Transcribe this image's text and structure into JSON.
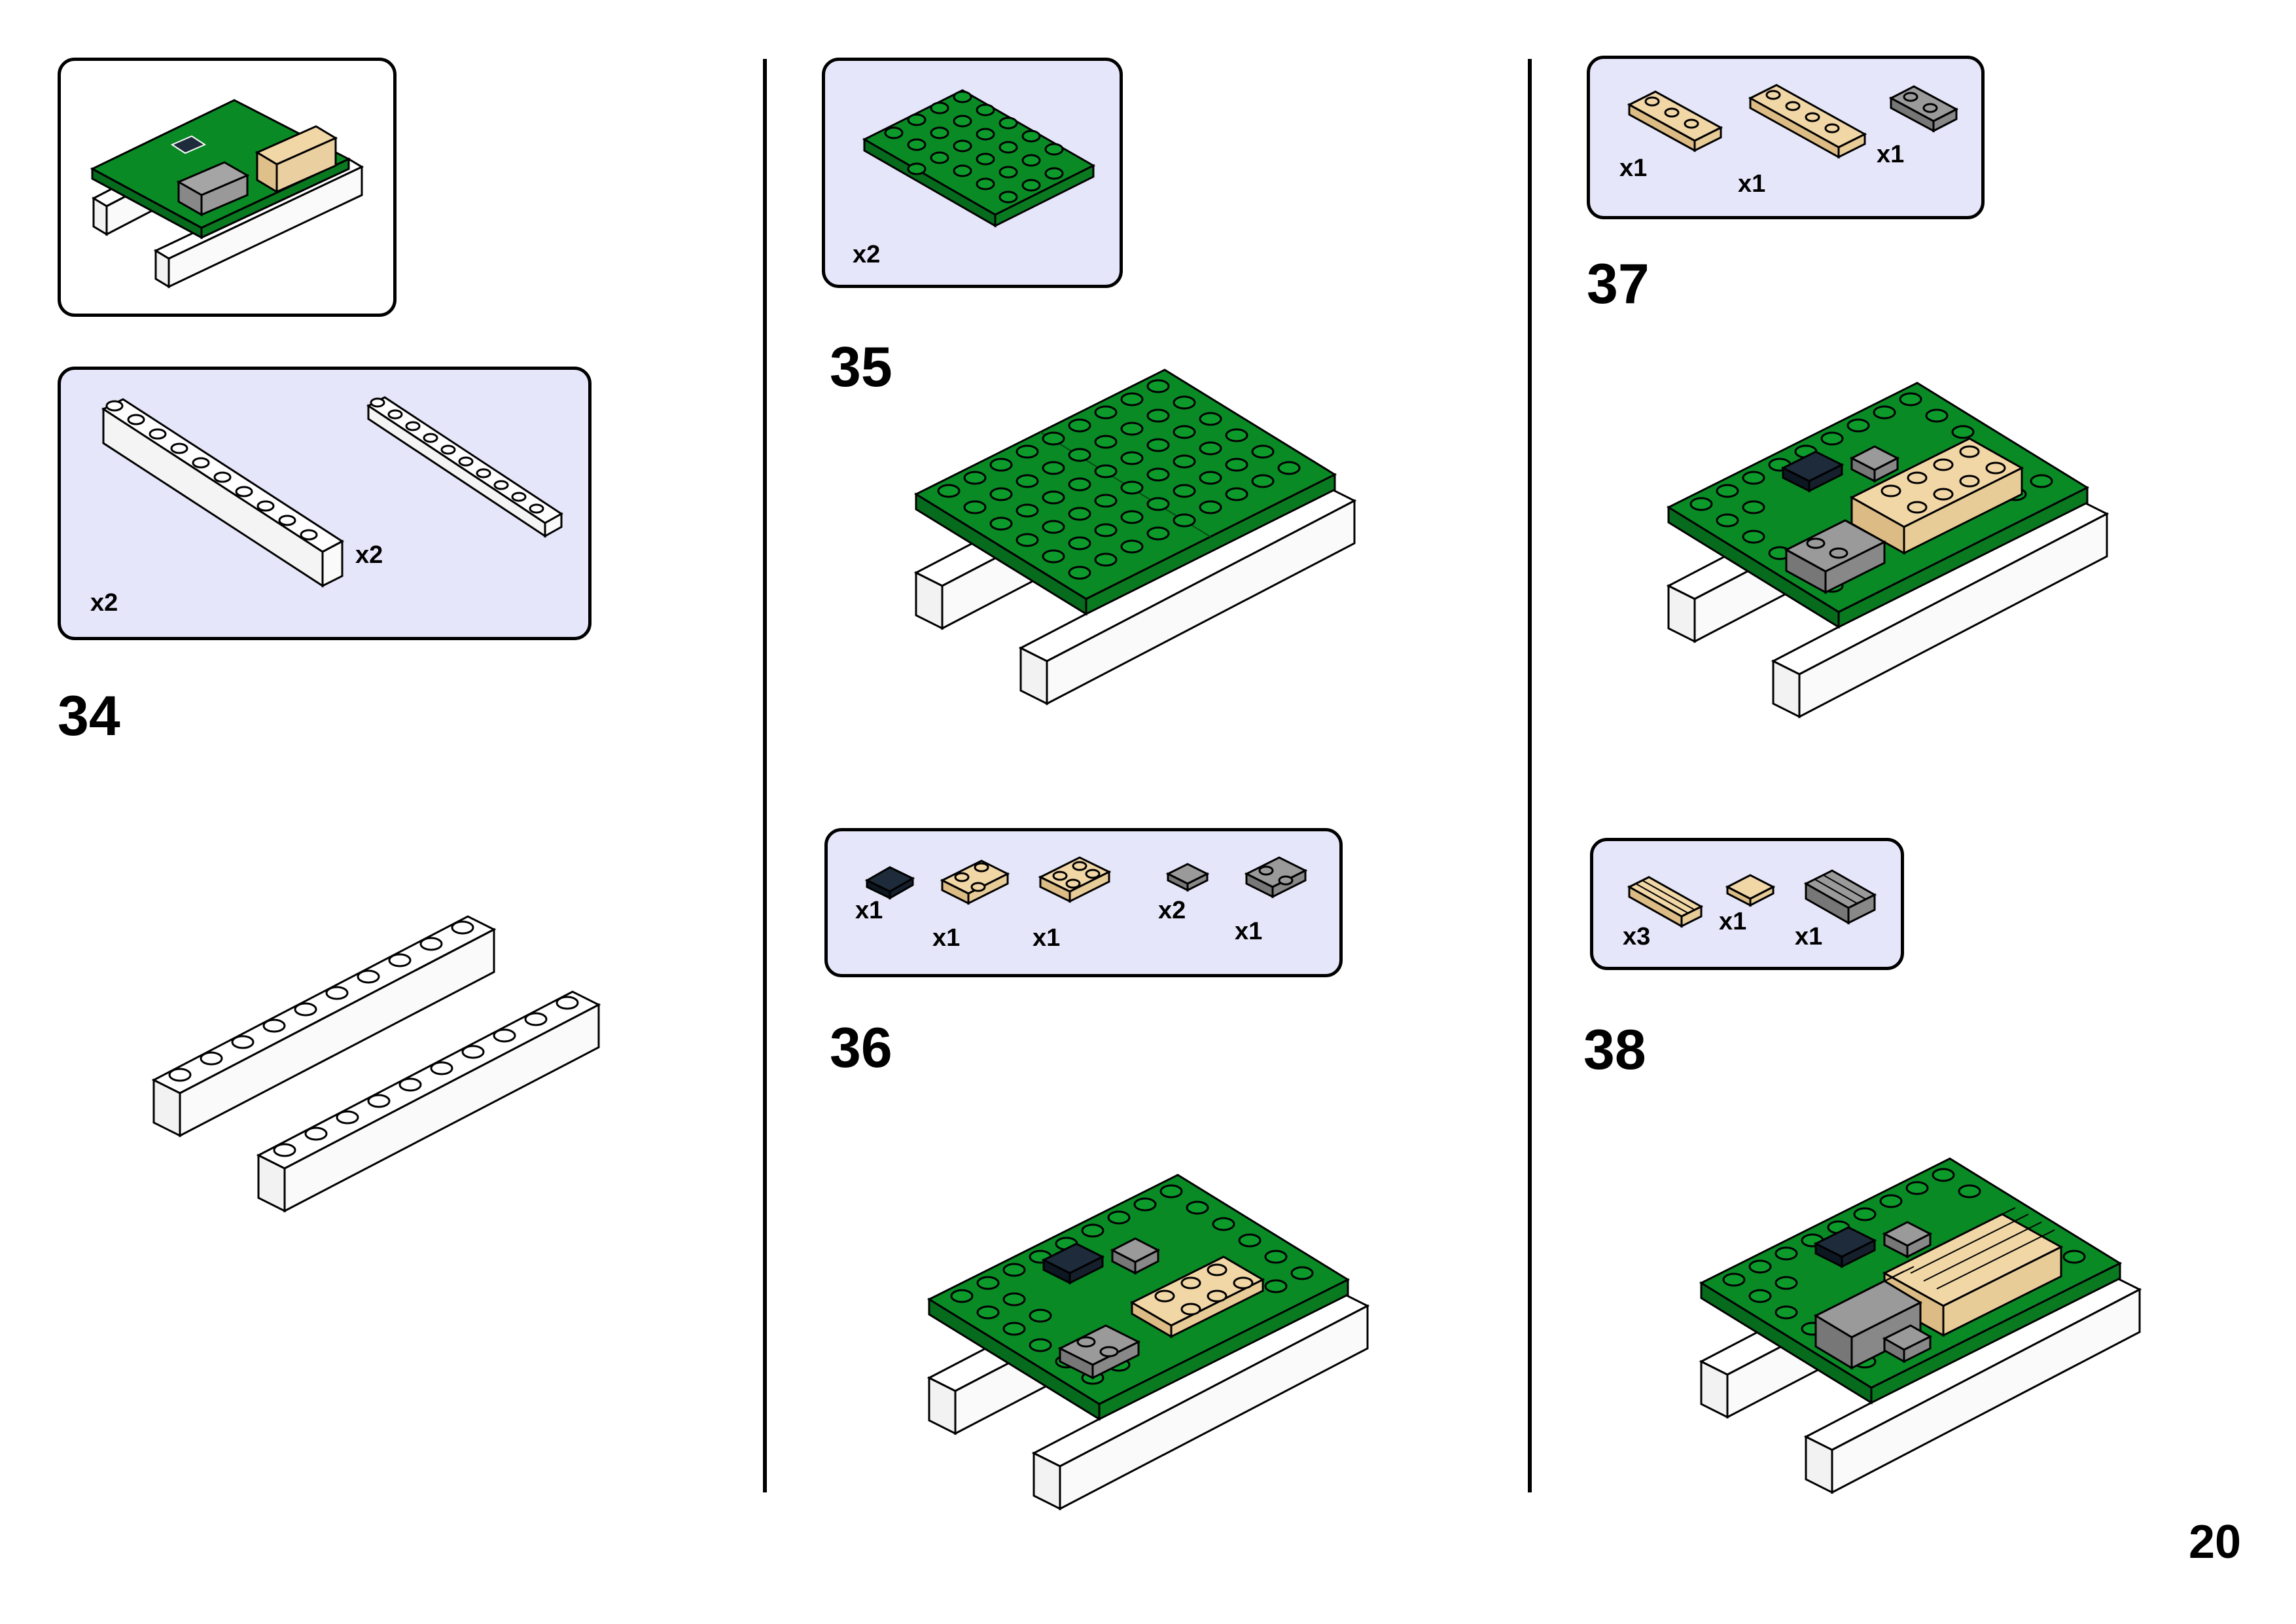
{
  "page_number": "20",
  "steps": [
    {
      "number": "34",
      "parts": [
        {
          "qty": "x2"
        },
        {
          "qty": "x2"
        }
      ]
    },
    {
      "number": "35",
      "parts": [
        {
          "qty": "x2"
        }
      ]
    },
    {
      "number": "36",
      "parts": [
        {
          "qty": "x1"
        },
        {
          "qty": "x1"
        },
        {
          "qty": "x1"
        },
        {
          "qty": "x2"
        },
        {
          "qty": "x1"
        }
      ]
    },
    {
      "number": "37",
      "parts": [
        {
          "qty": "x1"
        },
        {
          "qty": "x1"
        },
        {
          "qty": "x1"
        }
      ]
    },
    {
      "number": "38",
      "parts": [
        {
          "qty": "x3"
        },
        {
          "qty": "x1"
        },
        {
          "qty": "x1"
        }
      ]
    }
  ],
  "colors": {
    "callout_background": "#e6e6fa",
    "plate_green": "#0a8a25",
    "stud_green_dark": "#063f12",
    "brick_white": "#ffffff",
    "tan": "#f1d6a6",
    "gray": "#9a9a9a",
    "dark_blue": "#1d2b3a",
    "outline": "#000000"
  }
}
